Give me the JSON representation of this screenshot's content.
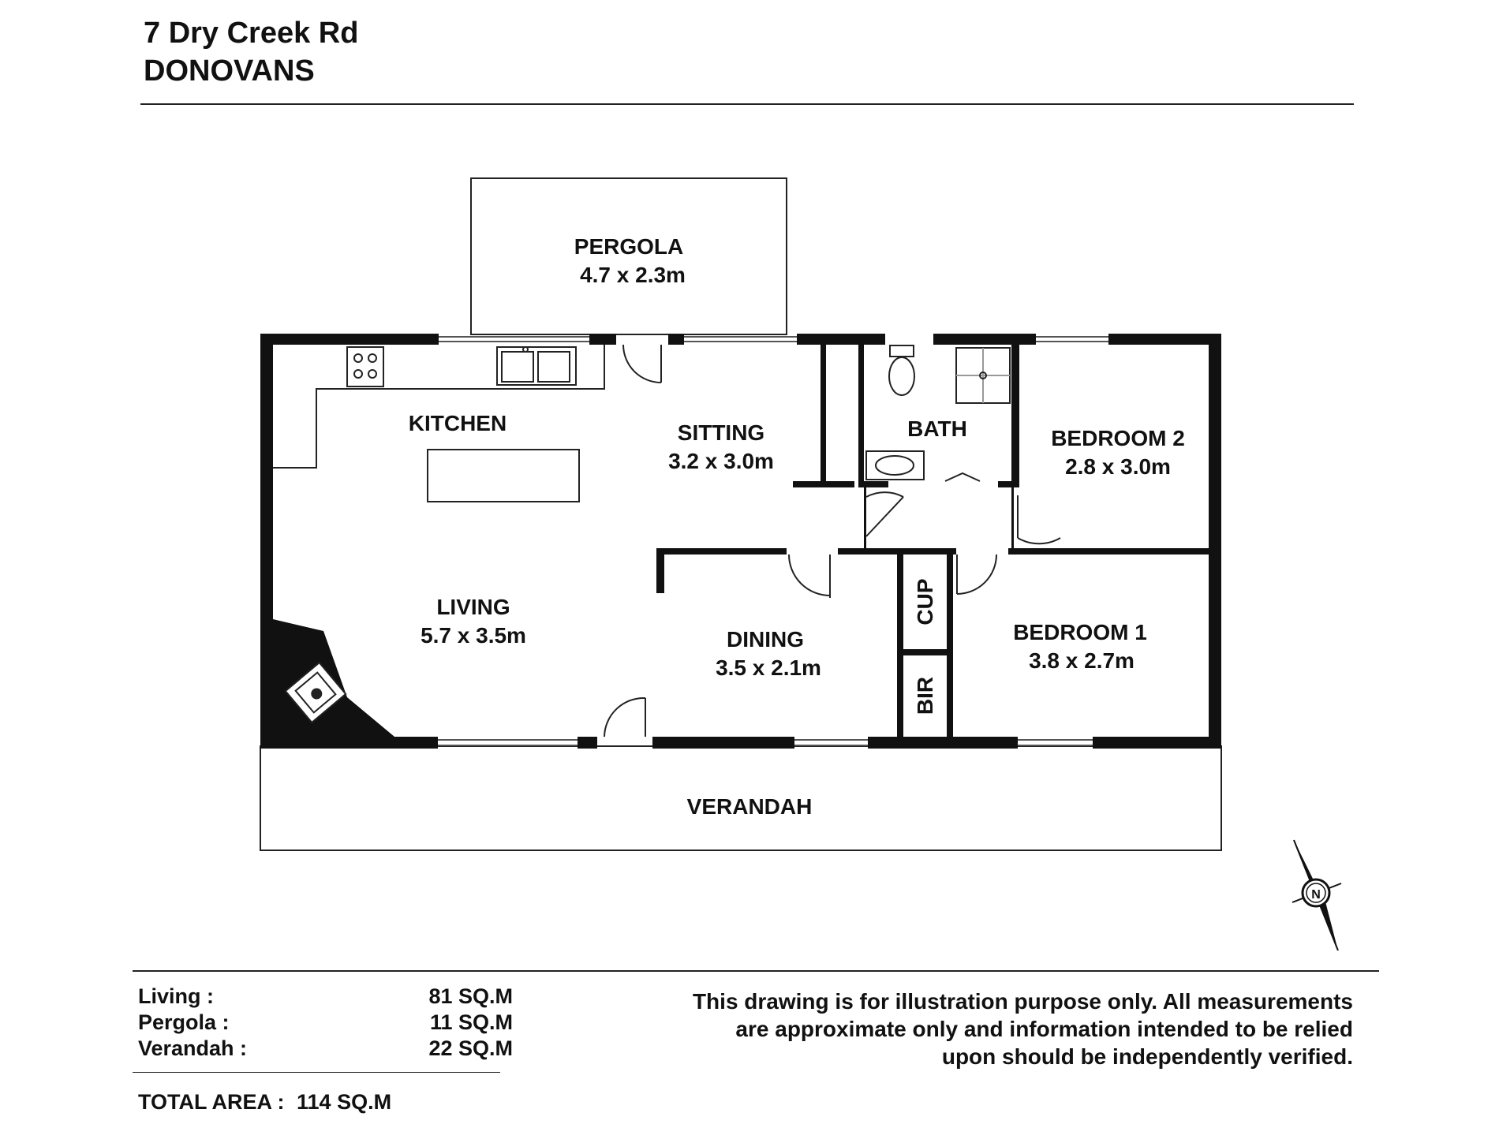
{
  "header": {
    "address_line1": "7 Dry Creek Rd",
    "address_line2": "DONOVANS"
  },
  "rooms": {
    "pergola": {
      "name": "PERGOLA",
      "size": "4.7 x 2.3m"
    },
    "kitchen": {
      "name": "KITCHEN"
    },
    "sitting": {
      "name": "SITTING",
      "size": "3.2 x 3.0m"
    },
    "bath": {
      "name": "BATH"
    },
    "bedroom2": {
      "name": "BEDROOM 2",
      "size": "2.8 x 3.0m"
    },
    "living": {
      "name": "LIVING",
      "size": "5.7 x 3.5m"
    },
    "dining": {
      "name": "DINING",
      "size": "3.5 x 2.1m"
    },
    "cup": {
      "name": "CUP"
    },
    "bir": {
      "name": "BIR"
    },
    "bedroom1": {
      "name": "BEDROOM 1",
      "size": "3.8 x 2.7m"
    },
    "verandah": {
      "name": "VERANDAH"
    }
  },
  "compass": {
    "label": "N"
  },
  "areas": [
    {
      "label": "Living :",
      "value": "81 SQ.M"
    },
    {
      "label": "Pergola :",
      "value": "11 SQ.M"
    },
    {
      "label": "Verandah :",
      "value": "22 SQ.M"
    }
  ],
  "total": {
    "label": "TOTAL AREA :",
    "value": "114 SQ.M"
  },
  "disclaimer": {
    "line1": "This drawing is for illustration purpose only. All measurements",
    "line2": "are approximate only and information intended to be relied",
    "line3": "upon should be independently verified."
  }
}
